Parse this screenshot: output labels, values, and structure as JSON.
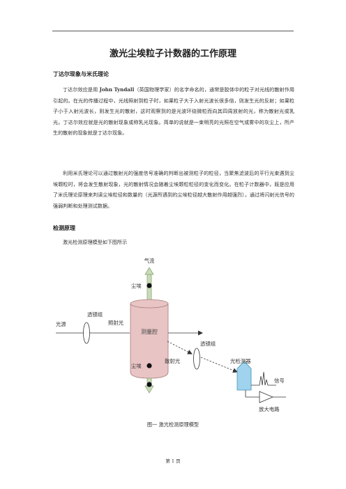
{
  "page": {
    "title": "激光尘埃粒子计数器的工作原理",
    "section1_heading": "丁达尔现象与米氏理论",
    "para1_pre": "丁达尔效应是用 ",
    "para1_name": "John   Tyndall",
    "para1_post": "（英国物理学家）的名字命名的，通常是胶体中的粒子对光线的散射作用引起的。在光的传播过程中，光线照射到粒子时，如果粒子大于入射光波长很多倍，则发生光的反射；如果粒子小于入射光波长，则发生光的散射，这时观察到的是光波环绕微粒而向其四周放射的光，称为散射光或乳光。丁达尔效应就是光的散射现象或称乳光现象。简单的说就是一束明亮的光照在空气或雾中的灰尘上，所产生的散射的现象就是丁达尔现象。",
    "para2": "利用米氏理论可以通过散射光的强度信号准确的判断出被测粒子的粒径，当聚焦滤波后的平行光束遇到尘埃颗粒时，将会发生散射现象，光的散射情况会随着尘埃颗粒粒径的变化而变化。在粒子计数器中，既是应用了米氏理论原理来判读尘埃粒径和数量的（光源所遇到的尘埃粒径越大散射作用越强烈），通过将闪射光信号的强弱判断和处理测试数据。",
    "section2_heading": "检测原理",
    "intro_line": "激光检测原理模型如下图所示",
    "caption": "图一    激光检测原理模型",
    "footer": "第 1 页"
  },
  "diagram": {
    "airflow": "气流",
    "dust_top": "尘埃",
    "dust_bottom": "尘埃",
    "lens_group_1": "透镜组",
    "light_source": "光源",
    "illumination": "照射光",
    "chamber": "测量腔",
    "lens_group_2": "透镜组",
    "scattered": "散射光",
    "detector": "光检测器",
    "signal": "信号",
    "amplifier": "放大电路",
    "colors": {
      "chamber_fill": "#e8c4c4",
      "chamber_stroke": "#a87a7a",
      "detector_fill": "#9fd3ee",
      "detector_stroke": "#4a8fb5",
      "pipe_fill": "#c9dbb8",
      "pipe_stroke": "#8aa673"
    }
  }
}
